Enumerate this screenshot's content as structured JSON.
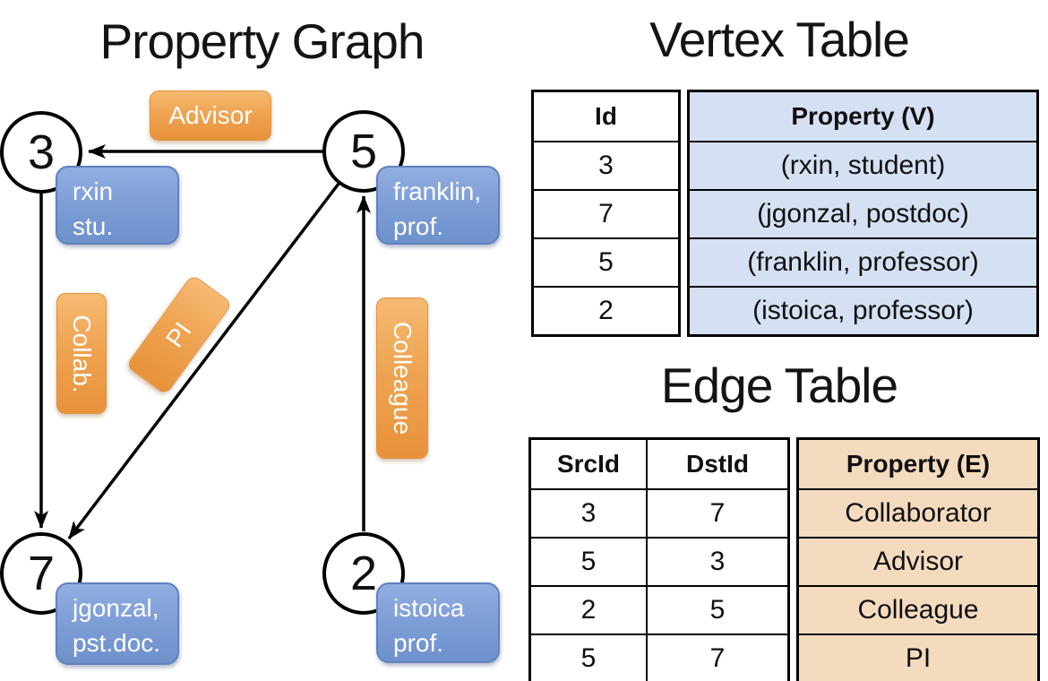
{
  "colors": {
    "edge_label_orange": "#EFA452",
    "vertex_label_blue": "#7D9DD6",
    "vertex_table_fill": "#D5E0F3",
    "edge_table_fill": "#F4DBBF",
    "line_black": "#000000"
  },
  "graph": {
    "title": "Property Graph",
    "nodes": [
      {
        "id": "3",
        "label_lines": [
          "rxin",
          "stu."
        ]
      },
      {
        "id": "5",
        "label_lines": [
          "franklin,",
          "prof."
        ]
      },
      {
        "id": "7",
        "label_lines": [
          "jgonzal,",
          "pst.doc."
        ]
      },
      {
        "id": "2",
        "label_lines": [
          "istoica",
          "prof."
        ]
      }
    ],
    "edge_labels": {
      "advisor": "Advisor",
      "collab": "Collab.",
      "pi": "PI",
      "colleague": "Colleague"
    }
  },
  "vertex_table": {
    "title": "Vertex Table",
    "headers": {
      "id": "Id",
      "property": "Property (V)"
    },
    "rows": [
      {
        "id": "3",
        "property": "(rxin, student)"
      },
      {
        "id": "7",
        "property": "(jgonzal, postdoc)"
      },
      {
        "id": "5",
        "property": "(franklin, professor)"
      },
      {
        "id": "2",
        "property": "(istoica, professor)"
      }
    ]
  },
  "edge_table": {
    "title": "Edge Table",
    "headers": {
      "src": "SrcId",
      "dst": "DstId",
      "property": "Property (E)"
    },
    "rows": [
      {
        "src": "3",
        "dst": "7",
        "property": "Collaborator"
      },
      {
        "src": "5",
        "dst": "3",
        "property": "Advisor"
      },
      {
        "src": "2",
        "dst": "5",
        "property": "Colleague"
      },
      {
        "src": "5",
        "dst": "7",
        "property": "PI"
      }
    ]
  }
}
